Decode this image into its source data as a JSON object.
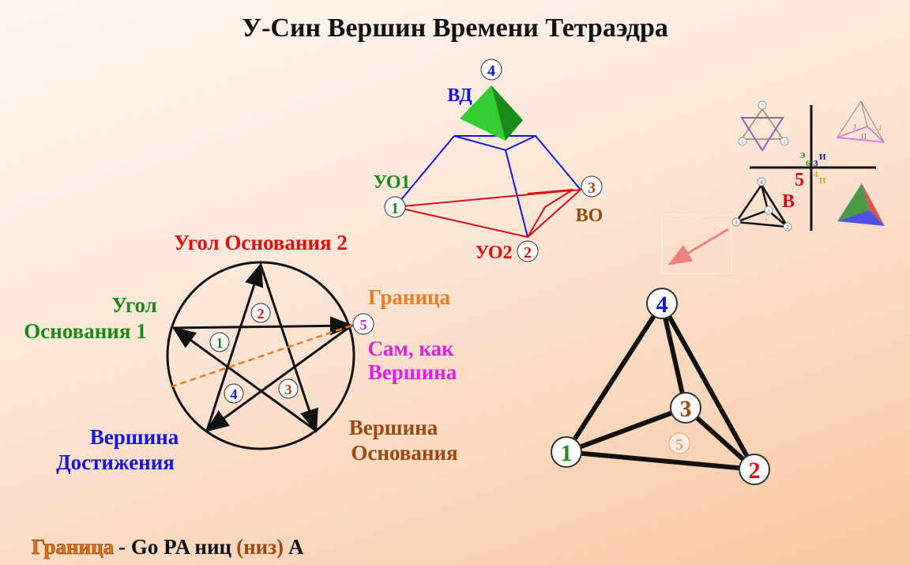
{
  "title": "У-Син Вершин Времени Тетраэдра",
  "pyramid": {
    "apex_num": "4",
    "apex_label": "ВД",
    "v1_num": "1",
    "v1_label": "УО1",
    "v2_num": "2",
    "v2_label": "УО2",
    "v3_num": "3",
    "v3_label": "ВО"
  },
  "pentagram": {
    "top_label": "Угол Основания 2",
    "left_label_1": "Угол",
    "left_label_2": "Основания 1",
    "right_label": "Граница",
    "self_label_1": "Сам, как",
    "self_label_2": "Вершина",
    "bl_label_1": "Вершина",
    "bl_label_2": "Достижения",
    "br_label_1": "Вершина",
    "br_label_2": "Основания",
    "n1": "1",
    "n2": "2",
    "n3": "3",
    "n4": "4",
    "n5": "5"
  },
  "mini": {
    "star_nums": [
      "3",
      "1",
      "2"
    ],
    "tri_labels": [
      "J",
      "П",
      "I"
    ],
    "axis": {
      "e": "Э",
      "six": "6",
      "three": "3",
      "i": "И",
      "four": "4",
      "p": "П",
      "five": "5",
      "v": "В"
    },
    "tet_nums": [
      "4",
      "3",
      "1",
      "2",
      "5"
    ]
  },
  "tetra": {
    "n1": "1",
    "n2": "2",
    "n3": "3",
    "n4": "4",
    "n5": "5"
  },
  "footer": {
    "word": "Граница",
    "rest": "- Go PA ниц",
    "paren": "(низ)",
    "end": "А"
  },
  "colors": {
    "green": "#1a8a1a",
    "red": "#e01010",
    "blue": "#1515e0",
    "brown": "#9a4a10",
    "orange": "#f07a20",
    "magenta": "#e020e0"
  }
}
